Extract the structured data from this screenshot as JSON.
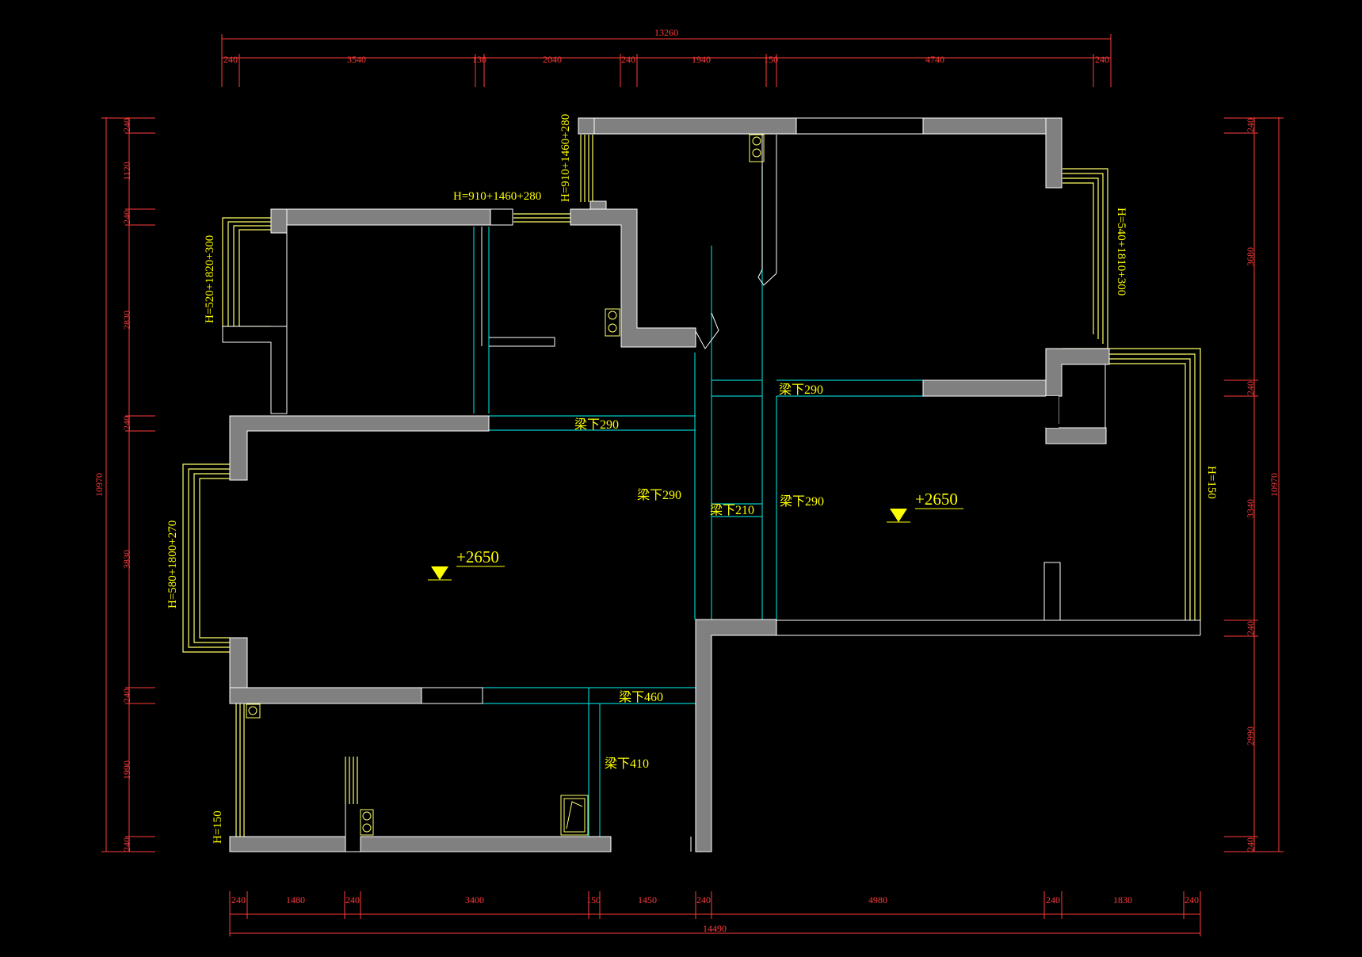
{
  "colors": {
    "background": "#000000",
    "wall": "#808080",
    "outline": "#ffffff",
    "dimension": "#ff3b3b",
    "annotation": "#ffff00",
    "beam": "#00c8c8",
    "window": "#ffff66"
  },
  "dimensions": {
    "top_total": "13260",
    "top": [
      "240",
      "3540",
      "130",
      "2040",
      "240",
      "1940",
      "150",
      "4740",
      "240"
    ],
    "bottom_total": "14490",
    "bottom": [
      "240",
      "1480",
      "240",
      "3400",
      "150",
      "1450",
      "240",
      "4980",
      "240",
      "1830",
      "240"
    ],
    "left_total": "10970",
    "left": [
      "240",
      "1120",
      "240",
      "2830",
      "240",
      "3830",
      "240",
      "1990",
      "240"
    ],
    "right_total": "10970",
    "right": [
      "240",
      "3680",
      "240",
      "3340",
      "240",
      "2990",
      "240"
    ]
  },
  "annotations": {
    "window_top_mid": "H=910+1460+280",
    "window_top_vertical": "H=910+1460+280",
    "window_left_upper": "H=520+1820+300",
    "window_left_lower": "H=580+1800+270",
    "window_right_upper": "H=540+1810+300",
    "window_right_lower": "H=150",
    "window_bottom_left": "H=150",
    "beam_1": "梁下290",
    "beam_2": "梁下290",
    "beam_3": "梁下290",
    "beam_4": "梁下210",
    "beam_5": "梁下290",
    "beam_6": "梁下460",
    "beam_7": "梁下410",
    "level_left": "+2650",
    "level_right": "+2650"
  },
  "icons": {
    "level_marker": "level-triangle-icon",
    "pipe": "pipe-circle-icon",
    "fixture": "fixture-box-icon"
  }
}
